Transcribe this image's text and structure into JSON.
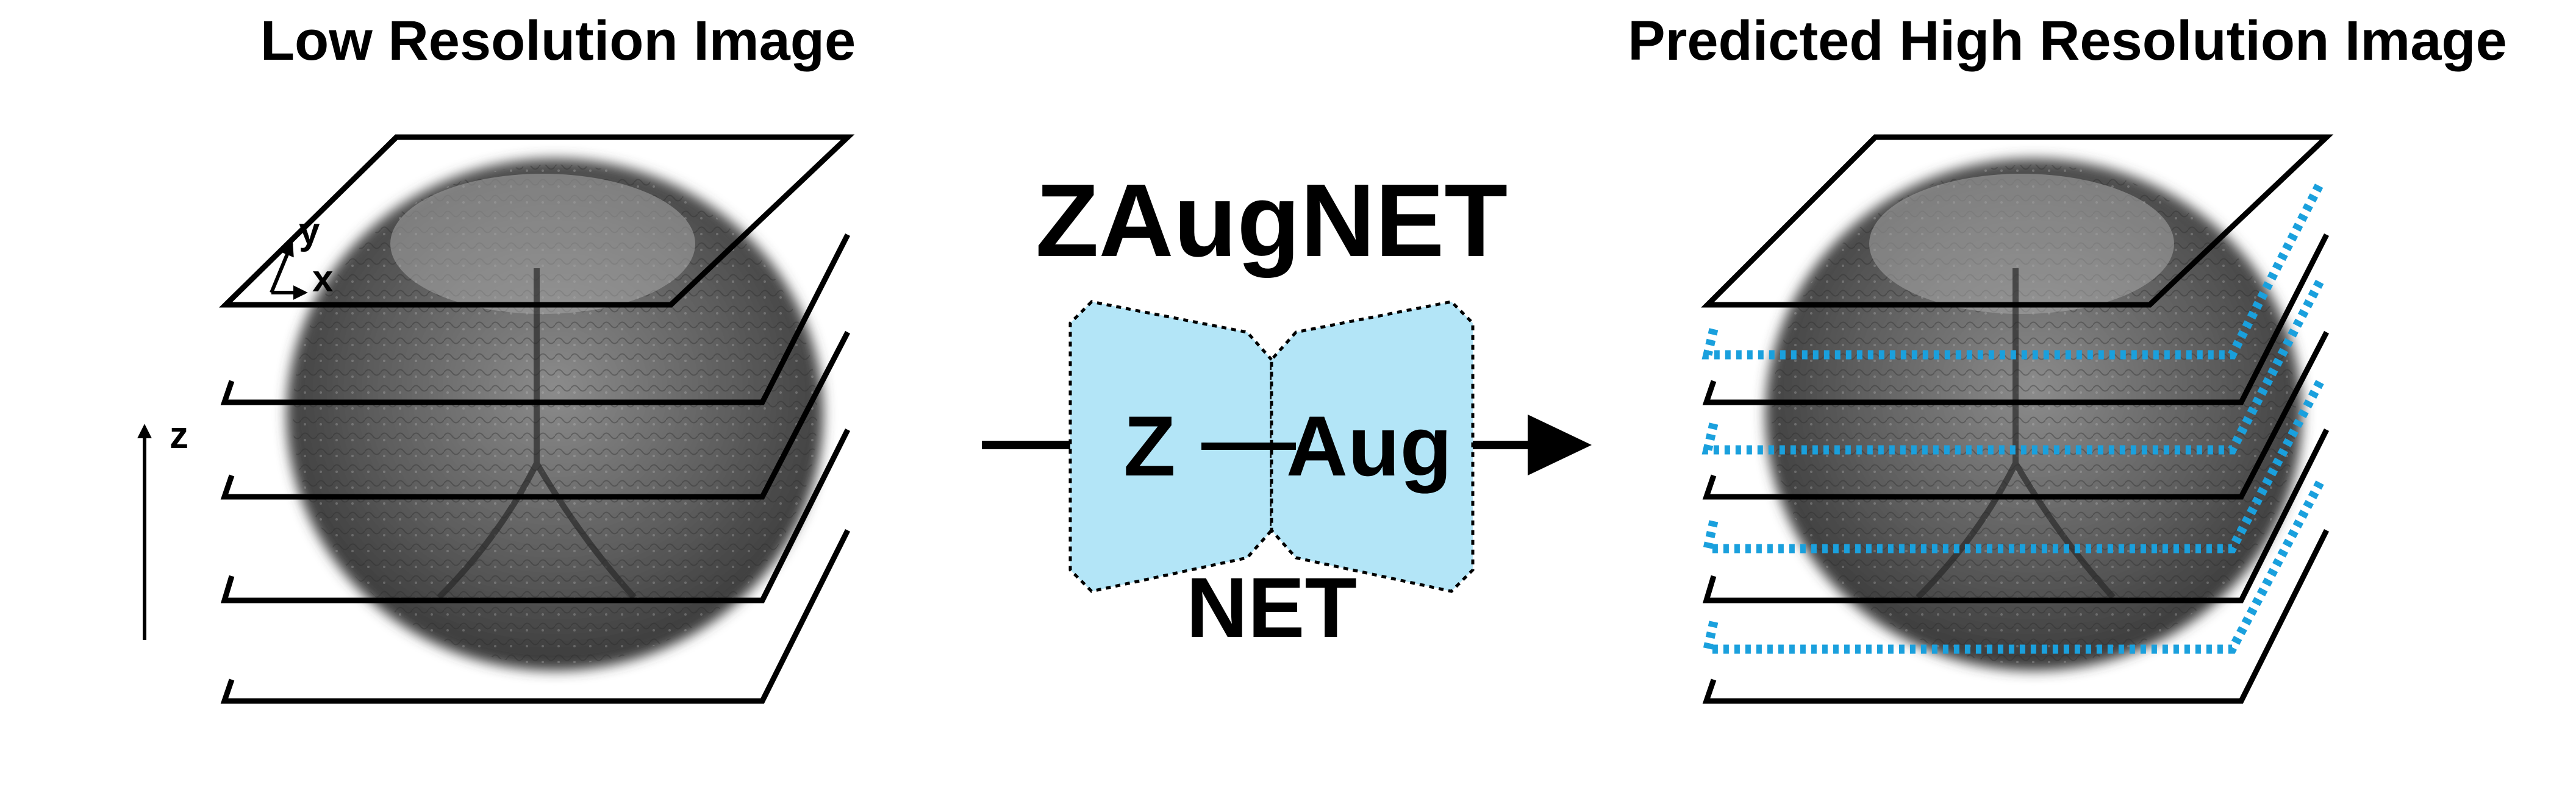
{
  "left_panel": {
    "title": "Low Resolution Image",
    "axis_y": "y",
    "axis_x": "x",
    "axis_z": "z"
  },
  "network": {
    "title": "ZAugNET",
    "block_z": "Z",
    "block_aug": "Aug",
    "bottom_label": "NET",
    "block_fill": "#b3e5f7"
  },
  "right_panel": {
    "title": "Predicted High Resolution Image",
    "interpolated_color": "#1aa0dd"
  },
  "colors": {
    "slice_stroke": "#000000",
    "embryo_dark": "#3a3a3a",
    "embryo_light": "#9a9a9a"
  }
}
